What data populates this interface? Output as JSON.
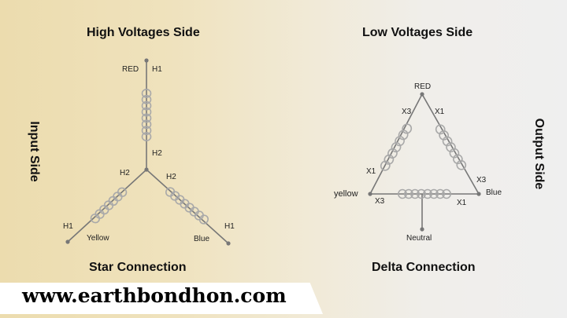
{
  "headings": {
    "high_side": "High Voltages Side",
    "low_side": "Low Voltages Side",
    "input_side": "Input Side",
    "output_side": "Output Side",
    "star": "Star Connection",
    "delta": "Delta Connection"
  },
  "star": {
    "red": "RED",
    "top_h1": "H1",
    "center_h2_top": "H2",
    "center_h2_left": "H2",
    "center_h2_right": "H2",
    "left_h1": "H1",
    "right_h1": "H1",
    "yellow": "Yellow",
    "blue": "Blue"
  },
  "delta": {
    "red": "RED",
    "top_x3": "X3",
    "top_x1": "X1",
    "left_x1": "X1",
    "right_x3": "X3",
    "bottom_x3": "X3",
    "bottom_x1": "X1",
    "yellow": "yellow",
    "blue": "Blue",
    "neutral": "Neutral"
  },
  "banner": {
    "website": "www.earthbondhon.com"
  },
  "colors": {
    "line": "#777777",
    "coil": "#a9a9a9",
    "banner_bg": "#ffffff"
  }
}
